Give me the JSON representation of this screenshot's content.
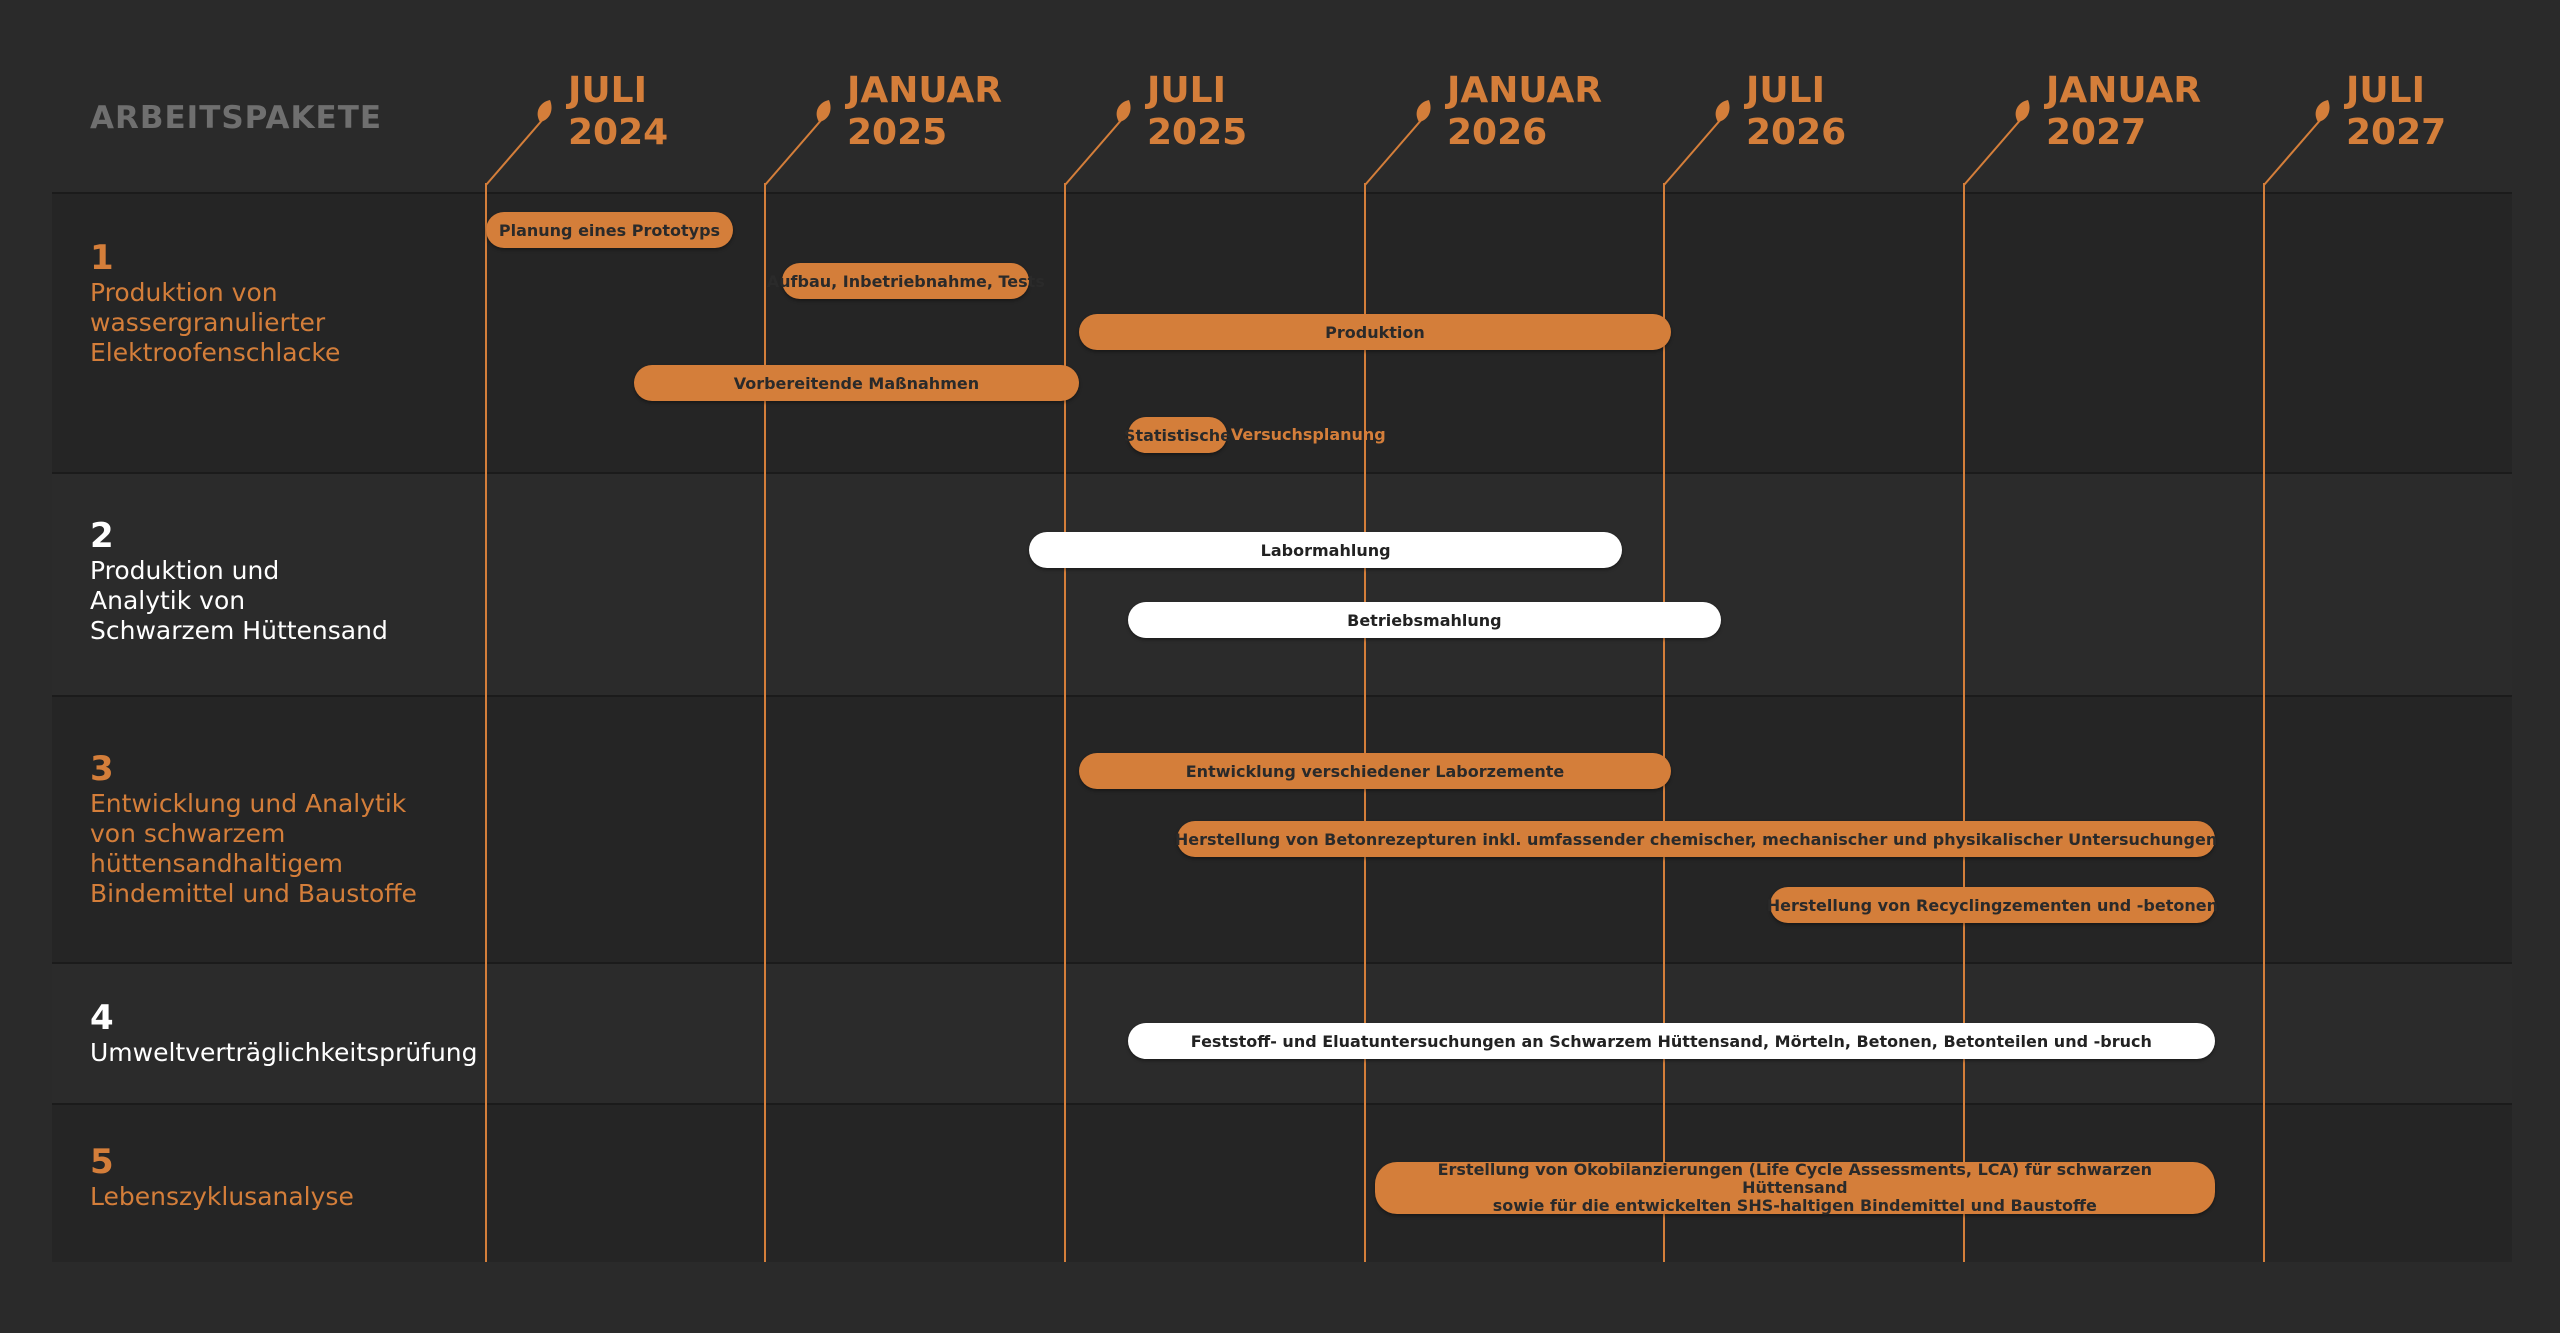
{
  "colors": {
    "background": "#2a2a2a",
    "accent": "#d47e3a",
    "white": "#ffffff",
    "header_text": "#6f6f6f"
  },
  "header": {
    "title": "ARBEITSPAKETE"
  },
  "chart_data": {
    "type": "gantt",
    "x_axis_ticks": [
      {
        "month": "JULI",
        "year": "2024",
        "date": "2024-07"
      },
      {
        "month": "JANUAR",
        "year": "2025",
        "date": "2025-01"
      },
      {
        "month": "JULI",
        "year": "2025",
        "date": "2025-07"
      },
      {
        "month": "JANUAR",
        "year": "2026",
        "date": "2026-01"
      },
      {
        "month": "JULI",
        "year": "2026",
        "date": "2026-07"
      },
      {
        "month": "JANUAR",
        "year": "2027",
        "date": "2027-01"
      },
      {
        "month": "JULI",
        "year": "2027",
        "date": "2027-07"
      }
    ],
    "work_packages": [
      {
        "number": "1",
        "title": "Produktion von\nwassergranulierter\nElektroofenschlacke",
        "color": "orange",
        "tasks": [
          {
            "label": "Planung eines Prototyps",
            "start": "2024-07",
            "end": "2024-12",
            "color": "orange"
          },
          {
            "label": "Aufbau, Inbetriebnahme, Tests",
            "start": "2025-01",
            "end": "2025-06",
            "color": "orange"
          },
          {
            "label": "Produktion",
            "start": "2025-07",
            "end": "2026-07",
            "color": "orange"
          },
          {
            "label": "Vorbereitende Maßnahmen",
            "start": "2024-10",
            "end": "2025-07",
            "color": "orange"
          },
          {
            "label": "Statistische",
            "label_overflow": "Versuchsplanung",
            "start": "2025-08",
            "end": "2025-10",
            "color": "orange"
          }
        ]
      },
      {
        "number": "2",
        "title": "Produktion und\nAnalytik von\nSchwarzem Hüttensand",
        "color": "white",
        "tasks": [
          {
            "label": "Labormahlung",
            "start": "2025-06",
            "end": "2026-06",
            "color": "white"
          },
          {
            "label": "Betriebsmahlung",
            "start": "2025-08",
            "end": "2026-08",
            "color": "white"
          }
        ]
      },
      {
        "number": "3",
        "title": "Entwicklung und Analytik\nvon schwarzem\nhüttensandhaltigem\nBindemittel und Baustoffe",
        "color": "orange",
        "tasks": [
          {
            "label": "Entwicklung verschiedener Laborzemente",
            "start": "2025-07",
            "end": "2026-07",
            "color": "orange"
          },
          {
            "label": "Herstellung von Betonrezepturen inkl. umfassender chemischer, mechanischer und physikalischer Untersuchungen",
            "start": "2025-09",
            "end": "2027-06",
            "color": "orange"
          },
          {
            "label": "Herstellung von Recyclingzementen und -betonen",
            "start": "2026-09",
            "end": "2027-06",
            "color": "orange"
          }
        ]
      },
      {
        "number": "4",
        "title": "Umweltverträglichkeitsprüfung",
        "color": "white",
        "tasks": [
          {
            "label": "Feststoff- und Eluatuntersuchungen an Schwarzem Hüttensand, Mörteln, Betonen, Betonteilen und -bruch",
            "start": "2025-08",
            "end": "2027-06",
            "color": "white"
          }
        ]
      },
      {
        "number": "5",
        "title": "Lebenszyklusanalyse",
        "color": "orange",
        "tasks": [
          {
            "label": "Erstellung von Ökobilanzierungen (Life Cycle Assessments, LCA) für schwarzen Hüttensand\nsowie für die entwickelten SHS-haltigen Bindemittel und Baustoffe",
            "start": "2026-01",
            "end": "2027-06",
            "color": "orange"
          }
        ]
      }
    ]
  }
}
